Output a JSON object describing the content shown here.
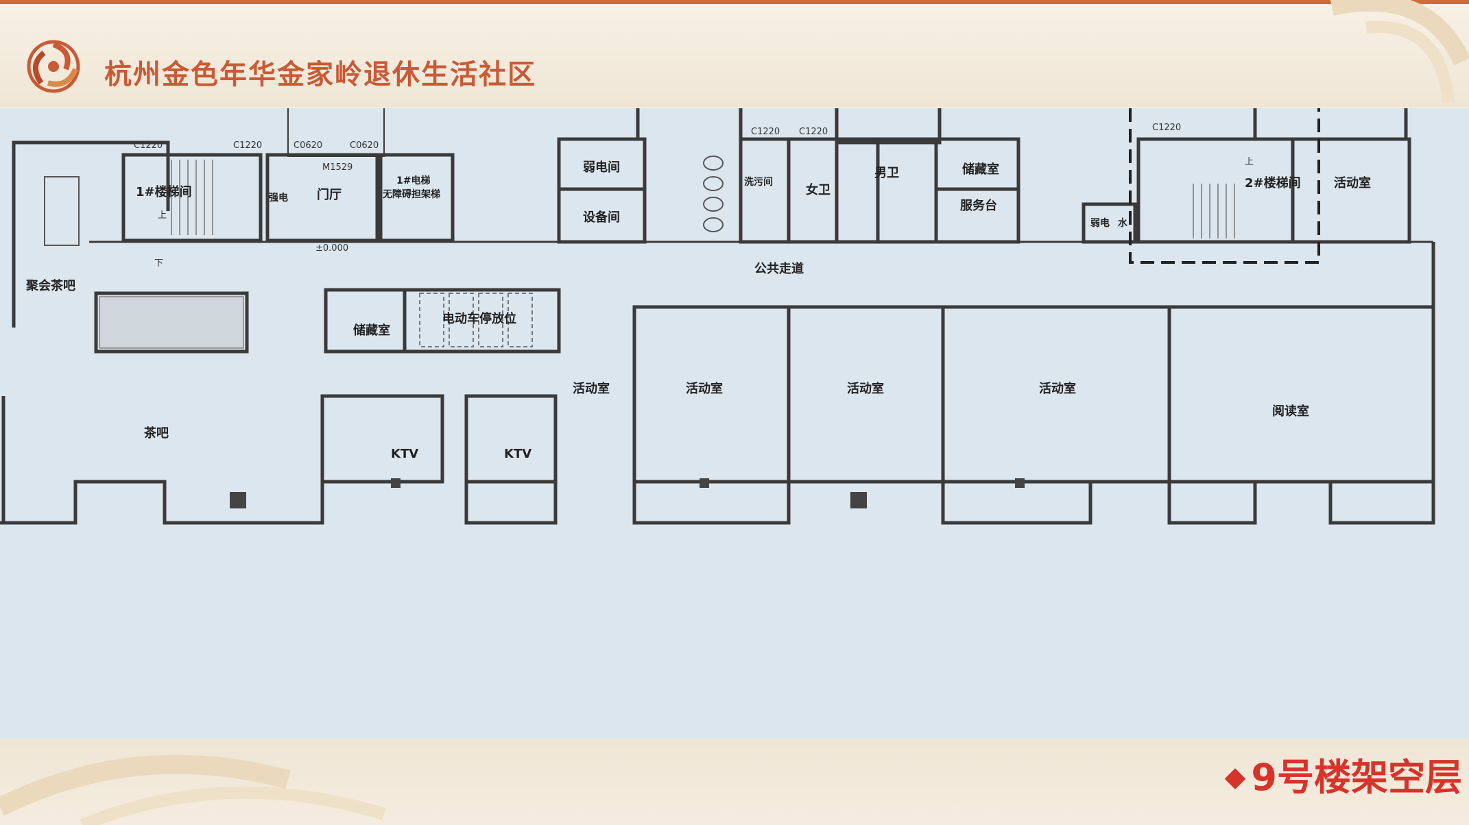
{
  "header": {
    "title": "杭州金色年华金家岭退休生活社区"
  },
  "footer": {
    "bullet": "◆",
    "floor_label": "9号楼架空层"
  },
  "plan": {
    "rooms": {
      "stair1": "1#楼梯间",
      "elevator1_line1": "1#电梯",
      "elevator1_line2": "无障碍担架梯",
      "lobby": "门厅",
      "strong_current": "强电",
      "weak_current": "弱电间",
      "equipment": "设备间",
      "sewage": "洗污间",
      "womens_wc": "女卫",
      "mens_wc": "男卫",
      "storage_top": "储藏室",
      "service_desk": "服务台",
      "stair2": "2#楼梯间",
      "activity_top_right": "活动室",
      "weak_small": "弱电",
      "water_small": "水",
      "party_tea": "聚会茶吧",
      "storage_mid": "储藏室",
      "ebike": "电动车停放位",
      "corridor": "公共走道",
      "tea_bar": "茶吧",
      "ktv1": "KTV",
      "ktv2": "KTV",
      "activity1": "活动室",
      "activity2": "活动室",
      "activity3": "活动室",
      "activity4": "活动室",
      "reading": "阅读室"
    },
    "tags": {
      "c1220_a": "C1220",
      "c1220_b": "C1220",
      "c0620_a": "C0620",
      "c0620_b": "C0620",
      "m1529": "M1529",
      "c1220_c": "C1220",
      "c1220_d": "C1220",
      "c1220_e": "C1220",
      "up1": "上",
      "down1": "下",
      "up2": "上",
      "level": "±0.000"
    }
  },
  "colors": {
    "accent": "#d8332a",
    "title": "#c95a36",
    "plan_bg": "#dce6ee",
    "wall": "#3a3a3a"
  }
}
